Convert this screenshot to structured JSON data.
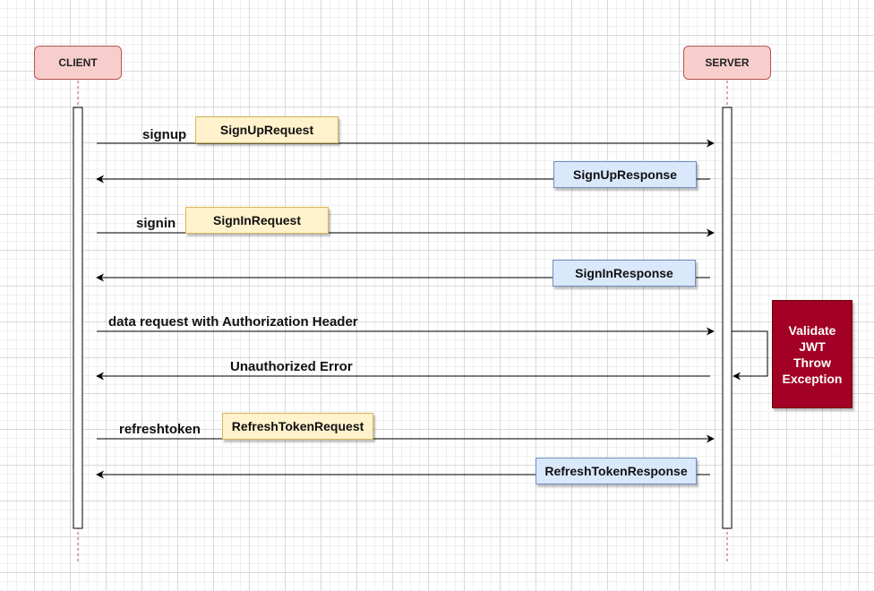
{
  "actors": {
    "client": "CLIENT",
    "server": "SERVER"
  },
  "messages": {
    "signup": "signup",
    "signin": "signin",
    "data_request": "data request with Authorization Header",
    "unauthorized": "Unauthorized Error",
    "refreshtoken": "refreshtoken"
  },
  "notes": {
    "signup_request": "SignUpRequest",
    "signup_response": "SignUpResponse",
    "signin_request": "SignInRequest",
    "signin_response": "SignInResponse",
    "refresh_request": "RefreshTokenRequest",
    "refresh_response": "RefreshTokenResponse"
  },
  "validate_box": "Validate\nJWT\nThrow\nException",
  "colors": {
    "actor_fill": "#f8cecc",
    "actor_border": "#b85450",
    "request_note_fill": "#fff2cc",
    "response_note_fill": "#dae8fc",
    "validate_fill": "#a20025"
  }
}
